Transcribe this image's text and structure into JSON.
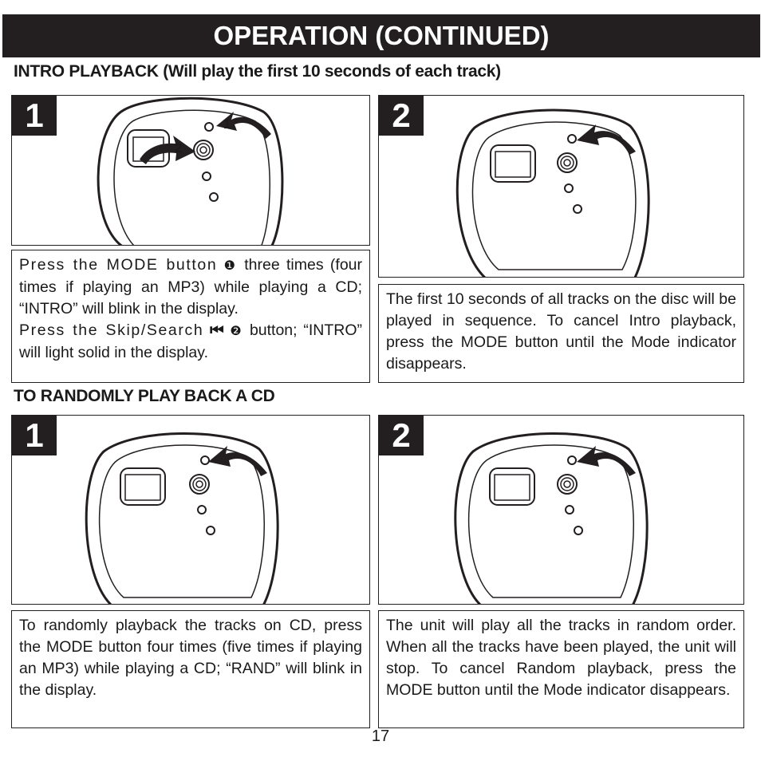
{
  "header": {
    "title": "OPERATION (CONTINUED)"
  },
  "intro_section": {
    "heading": "INTRO PLAYBACK (Will play the first 10 seconds of each track)",
    "step1": {
      "number": "1",
      "callout_mode": "1",
      "callout_skip": "2",
      "text_a": "Press the MODE button",
      "glyph_1": "❶",
      "text_b": "three times (four times if playing an MP3) while playing a CD; “INTRO” will blink in the display.",
      "text_c": "Press the Skip/Search",
      "skip_glyph": "⏮",
      "glyph_2": "❷",
      "text_d": "button; “INTRO” will light solid in the display."
    },
    "step2": {
      "number": "2",
      "text": "The first 10 seconds of all tracks on the disc will be played in sequence. To cancel Intro playback, press the MODE button until the Mode indicator disappears."
    }
  },
  "random_section": {
    "heading": "TO RANDOMLY PLAY BACK A CD",
    "step1": {
      "number": "1",
      "text": "To randomly playback the tracks on CD, press the MODE button four times (five times if playing an MP3) while playing a CD; “RAND” will blink in the display."
    },
    "step2": {
      "number": "2",
      "text": "The unit will play all the tracks in random order. When all the tracks have been played, the unit will stop. To cancel Random playback, press the MODE button until the Mode indicator disappears."
    }
  },
  "footer": {
    "page_number": "17"
  }
}
